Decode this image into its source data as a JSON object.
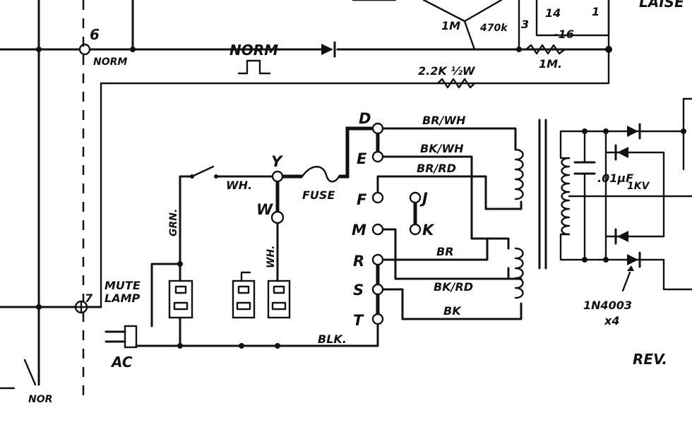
{
  "labels": {
    "terminal_6": "6",
    "norm_small": "NORM",
    "norm_line": "NORM",
    "res_1m_top": "1M",
    "res_470k": "470k",
    "pin_3": "3",
    "pin_14": "14",
    "pin_1": "1",
    "pin_16": "-16",
    "top_right_text": "LAISE",
    "res_2_2k": "2.2K ½W",
    "res_1m_right": "1M.",
    "wire_br_wh": "BR/WH",
    "wire_bk_wh": "BK/WH",
    "wire_br_rd": "BR/RD",
    "wire_br": "BR",
    "wire_bk_rd": "BK/RD",
    "wire_bk": "BK",
    "wire_wh_switch": "WH.",
    "wire_wh_vertical": "WH.",
    "wire_grn": "GRN.",
    "wire_blk": "BLK.",
    "fuse": "FUSE",
    "pin_D": "D",
    "pin_E": "E",
    "pin_F": "F",
    "pin_M": "M",
    "pin_R": "R",
    "pin_S": "S",
    "pin_T": "T",
    "pin_J": "J",
    "pin_K": "K",
    "pin_Y": "Y",
    "pin_W": "W",
    "capacitor": ".01μF 1KV",
    "cap_value": ".01μF",
    "cap_rating": "1KV",
    "diode": "1N4003",
    "diode_count": "x4",
    "terminal_7": "7",
    "mute_lamp_1": "MUTE",
    "mute_lamp_2": "LAMP",
    "ac": "AC",
    "nor_bottom": "NOR",
    "rev": "REV."
  }
}
